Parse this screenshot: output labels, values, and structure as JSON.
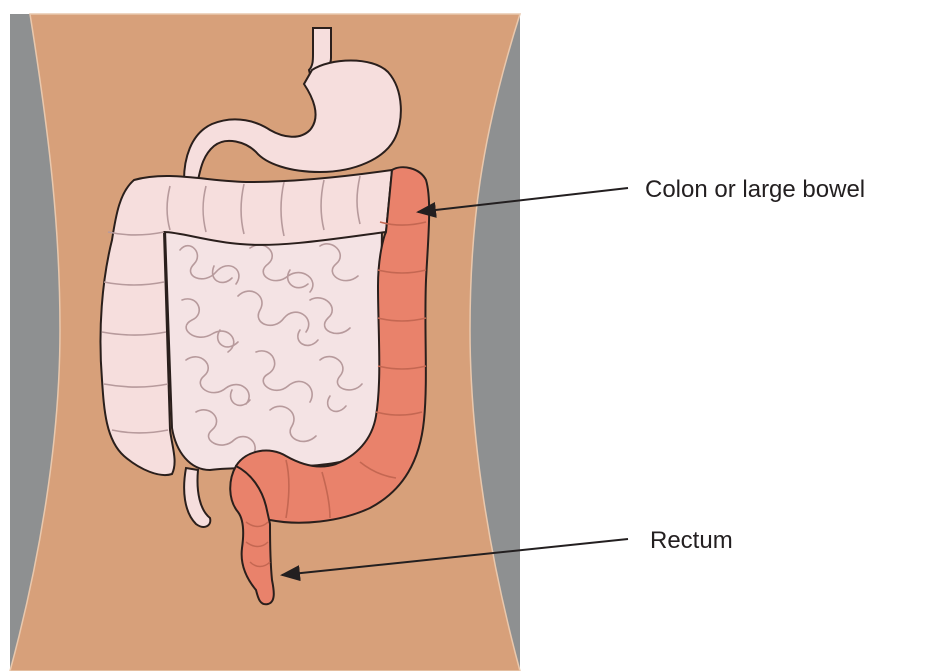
{
  "labels": {
    "colon": "Colon or large bowel",
    "rectum": "Rectum"
  },
  "colors": {
    "background_panel": "#8e9091",
    "body": "#d7a07a",
    "organ_pale": "#f6dedd",
    "organ_outline": "#2a1f1c",
    "highlight": "#e9826b",
    "arrow": "#231f20"
  },
  "icons": {
    "torso": "torso-illustration",
    "stomach": "stomach-illustration",
    "small_intestine": "small-intestine-illustration",
    "colon": "colon-illustration",
    "rectum": "rectum-illustration"
  }
}
